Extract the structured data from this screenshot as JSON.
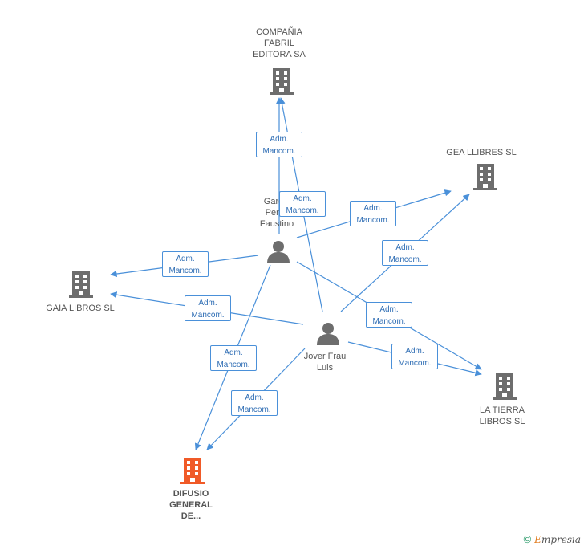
{
  "nodes": {
    "compania": {
      "label": "COMPAÑIA\nFABRIL\nEDITORA SA",
      "type": "company",
      "color": "#6d6d6d"
    },
    "gea": {
      "label": "GEA LLIBRES SL",
      "type": "company",
      "color": "#6d6d6d"
    },
    "gaia": {
      "label": "GAIA LIBROS SL",
      "type": "company",
      "color": "#6d6d6d"
    },
    "latierra": {
      "label": "LA TIERRA\nLIBROS SL",
      "type": "company",
      "color": "#6d6d6d"
    },
    "difusio": {
      "label": "DIFUSIO\nGENERAL\nDE...",
      "type": "company-highlight",
      "color": "#f05a28"
    },
    "garcia": {
      "label": "Garcia\nPerez\nFaustino",
      "type": "person",
      "color": "#6d6d6d"
    },
    "jover": {
      "label": "Jover Frau\nLuis",
      "type": "person",
      "color": "#6d6d6d"
    }
  },
  "edges": [
    {
      "id": "e1",
      "line1": "Adm.",
      "line2": "Mancom."
    },
    {
      "id": "e2",
      "line1": "Adm.",
      "line2": "Mancom."
    },
    {
      "id": "e3",
      "line1": "Adm.",
      "line2": "Mancom."
    },
    {
      "id": "e4",
      "line1": "Adm.",
      "line2": "Mancom."
    },
    {
      "id": "e5",
      "line1": "Adm.",
      "line2": "Mancom."
    },
    {
      "id": "e6",
      "line1": "Adm.",
      "line2": "Mancom."
    },
    {
      "id": "e7",
      "line1": "Adm.",
      "line2": "Mancom."
    },
    {
      "id": "e8",
      "line1": "Adm.",
      "line2": "Mancom."
    },
    {
      "id": "e9",
      "line1": "Adm.",
      "line2": "Mancom."
    },
    {
      "id": "e10",
      "line1": "Adm.",
      "line2": "Mancom."
    }
  ],
  "footer": {
    "copyright_symbol": "©",
    "brand_initial": "E",
    "brand_rest": "mpresia"
  },
  "colors": {
    "edge": "#4a90d9",
    "edge_text": "#2e6db4",
    "node": "#6d6d6d",
    "highlight": "#f05a28"
  }
}
